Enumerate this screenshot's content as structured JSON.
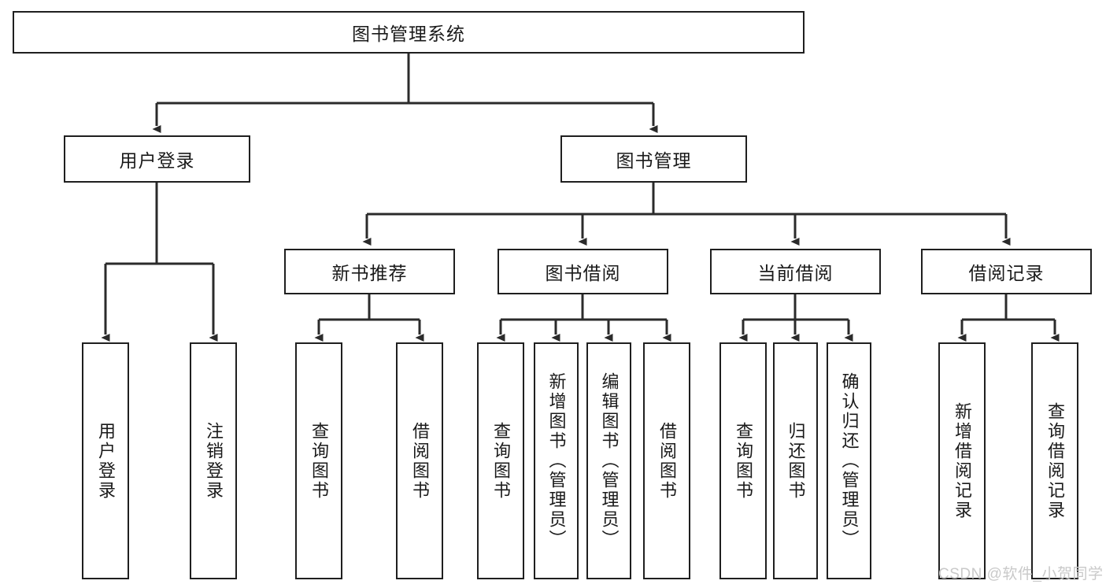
{
  "diagram": {
    "type": "tree-hierarchy-chart",
    "title_text": "图书管理系统",
    "background_color": "#ffffff",
    "line_color": "#1f1f1f",
    "text_color": "#1a1a1a"
  },
  "nodes": {
    "root": {
      "label": "图书管理系统",
      "level": 1
    },
    "user_login": {
      "label": "用户登录",
      "level": 2
    },
    "book_manage": {
      "label": "图书管理",
      "level": 2
    },
    "new_book_recommend": {
      "label": "新书推荐",
      "level": 3
    },
    "book_borrow": {
      "label": "图书借阅",
      "level": 3
    },
    "current_borrow": {
      "label": "当前借阅",
      "level": 3
    },
    "borrow_record": {
      "label": "借阅记录",
      "level": 3
    },
    "leaf_user_login": {
      "label": "用户登录",
      "level": 4
    },
    "leaf_logout": {
      "label": "注销登录",
      "level": 4
    },
    "leaf_query_book_1": {
      "label": "查询图书",
      "level": 4
    },
    "leaf_borrow_book_1": {
      "label": "借阅图书",
      "level": 4
    },
    "leaf_query_book_2": {
      "label": "查询图书",
      "level": 4
    },
    "leaf_add_book": {
      "label": "新增图书（管理员）",
      "level": 4
    },
    "leaf_edit_book": {
      "label": "编辑图书（管理员）",
      "level": 4
    },
    "leaf_borrow_book_2": {
      "label": "借阅图书",
      "level": 4
    },
    "leaf_query_book_3": {
      "label": "查询图书",
      "level": 4
    },
    "leaf_return_book": {
      "label": "归还图书",
      "level": 4
    },
    "leaf_confirm_return": {
      "label": "确认归还（管理员）",
      "level": 4
    },
    "leaf_add_record": {
      "label": "新增借阅记录",
      "level": 4
    },
    "leaf_query_record": {
      "label": "查询借阅记录",
      "level": 4
    }
  },
  "watermark": {
    "text": "CSDN @软件_小贺同学"
  }
}
